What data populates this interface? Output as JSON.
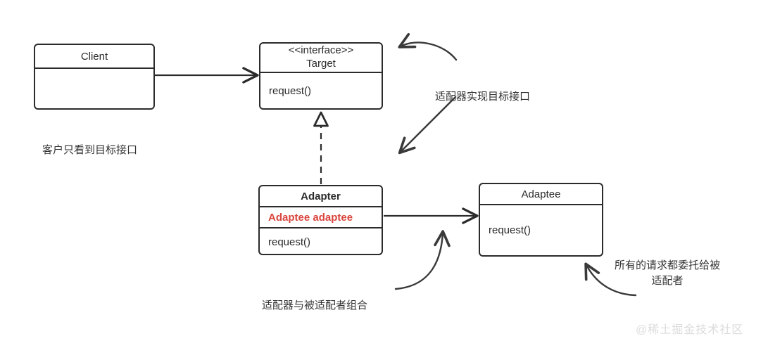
{
  "diagram": {
    "title": "Adapter Pattern UML Class Diagram",
    "ink_color": "#2b2b2b",
    "accent_color": "#d9463f",
    "watermark_color": "#dcdcdc"
  },
  "boxes": {
    "client": {
      "title": "Client",
      "body": ""
    },
    "target": {
      "stereotype": "<<interface>>",
      "title": "Target",
      "method": "request()"
    },
    "adapter": {
      "title": "Adapter",
      "field": "Adaptee adaptee",
      "method": "request()"
    },
    "adaptee": {
      "title": "Adaptee",
      "method": "request()"
    }
  },
  "notes": {
    "client_note": "客户只看到目标接口",
    "implements_note": "适配器实现目标接口",
    "composition_note": "适配器与被适配者组合",
    "delegate_note": "所有的请求都委托给被\n适配者"
  },
  "watermark": {
    "text": "@稀土掘金技术社区"
  },
  "connectors": {
    "client_to_target": "association-arrow",
    "adapter_to_target": "realization-dashed-arrow",
    "adapter_to_adaptee": "association-arrow",
    "implements_curve": "curved-arrow-up-left",
    "implements_straight": "straight-arrow-down-left",
    "composition_curve": "curved-arrow-up",
    "delegate_curve": "curved-arrow-up-left"
  }
}
